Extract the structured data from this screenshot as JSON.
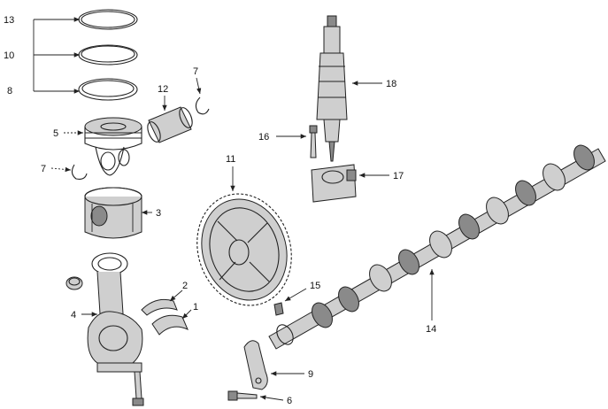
{
  "diagram": {
    "callouts": {
      "c1": "1",
      "c2": "2",
      "c3": "3",
      "c4": "4",
      "c5": "5",
      "c6": "6",
      "c7a": "7",
      "c7b": "7",
      "c8": "8",
      "c9": "9",
      "c10": "10",
      "c11": "11",
      "c12": "12",
      "c13": "13",
      "c14": "14",
      "c15": "15",
      "c16": "16",
      "c17": "17",
      "c18": "18"
    }
  }
}
